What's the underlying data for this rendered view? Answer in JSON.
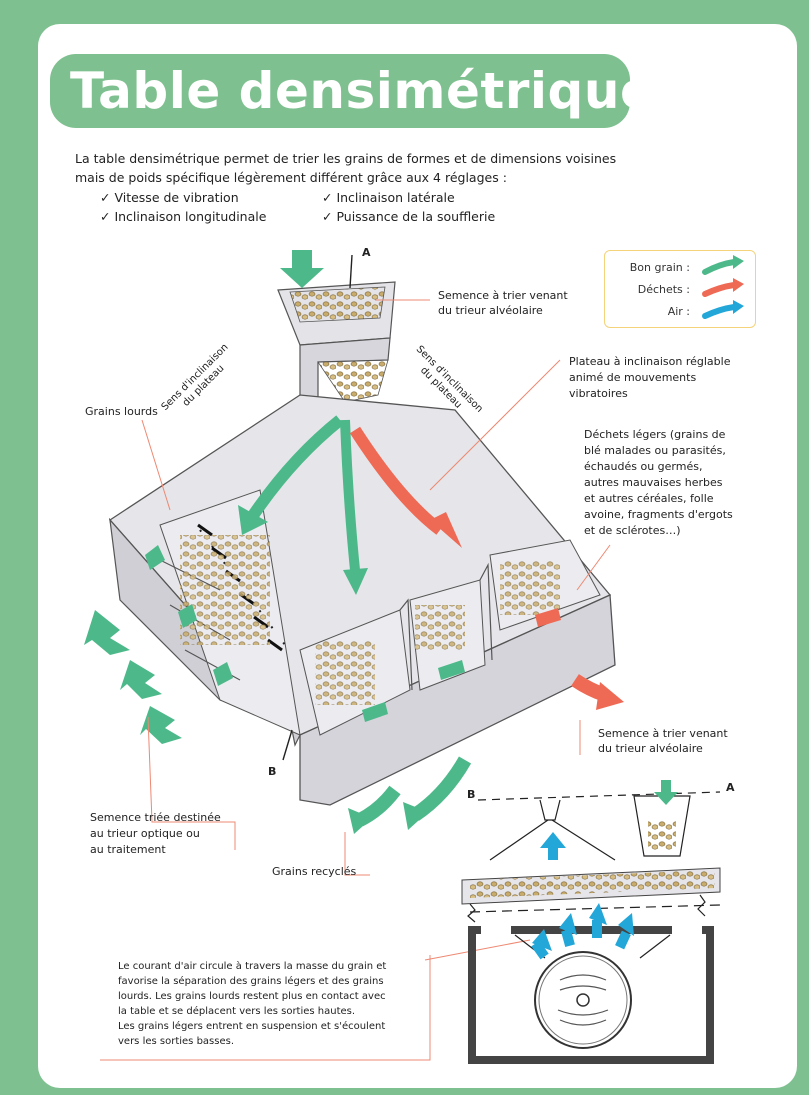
{
  "title": "Table densimétrique",
  "intro": {
    "line1": "La table densimétrique permet de trier les grains de formes et de dimensions voisines",
    "line2": "mais de poids spécifique légèrement différent grâce aux 4 réglages :",
    "checks": [
      "✓ Vitesse de vibration",
      "✓ Inclinaison latérale",
      "✓ Inclinaison longitudinale",
      "✓ Puissance de la soufflerie"
    ]
  },
  "legend": {
    "items": [
      {
        "label": "Bon grain :",
        "color": "#4db98a"
      },
      {
        "label": "Déchets :",
        "color": "#ee6a55"
      },
      {
        "label": "Air :",
        "color": "#23a7d8"
      }
    ]
  },
  "labels": {
    "point_a": "A",
    "point_b": "B",
    "semence_top": [
      "Semence à trier venant",
      "du trieur alvéolaire"
    ],
    "plateau": [
      "Plateau à inclinaison réglable",
      "animé de mouvements",
      "vibratoires"
    ],
    "sens_left": [
      "Sens d'inclinaison",
      "du plateau"
    ],
    "sens_right": [
      "Sens d'inclinaison",
      "du plateau"
    ],
    "grains_lourds": "Grains lourds",
    "dechets_legers": [
      "Déchets légers (grains de",
      "blé malades ou parasités,",
      "échaudés ou germés,",
      "autres  mauvaises herbes",
      "et autres céréales, folle",
      "avoine, fragments d'ergots",
      "et de sclérotes…)"
    ],
    "semence_bottom": [
      "Semence à trier venant",
      "du trieur alvéolaire"
    ],
    "semence_triee": [
      "Semence triée destinée",
      "au trieur optique ou",
      "au traitement"
    ],
    "grains_recycles": "Grains recyclés",
    "courant": [
      "Le courant d'air circule à travers la masse du grain et",
      "favorise la séparation des grains légers et des grains",
      "lourds. Les grains lourds restent plus en contact avec",
      "la table et se déplacent vers les sorties hautes.",
      "Les grains légers entrent en suspension et s'écoulent",
      "vers les sorties basses."
    ]
  },
  "colors": {
    "background": "#7ec08f",
    "good_grain": "#4db98a",
    "waste": "#ee6a55",
    "air": "#23a7d8",
    "machine": "#e4e4e8",
    "legend_border": "#f4d37a"
  }
}
